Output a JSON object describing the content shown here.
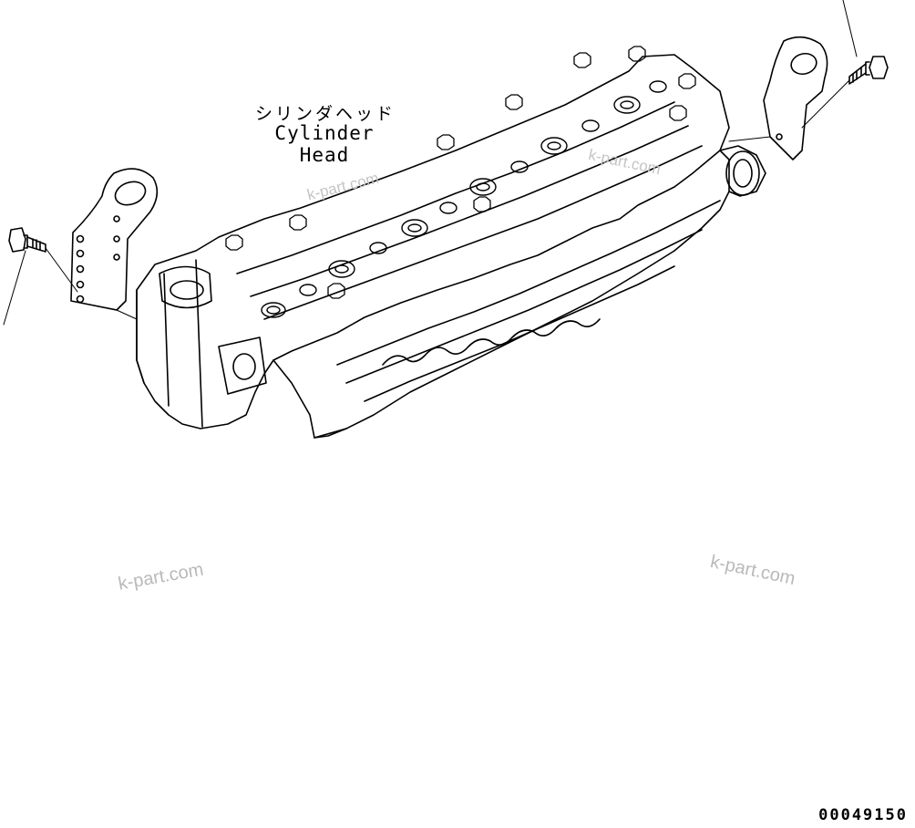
{
  "labels": {
    "part_name_jp": "シリンダヘッド",
    "part_name_en": "Cylinder Head"
  },
  "watermarks": [
    "k-part.com",
    "k-part.com",
    "k-part.com",
    "k-part.com"
  ],
  "figure_code": "00049150"
}
